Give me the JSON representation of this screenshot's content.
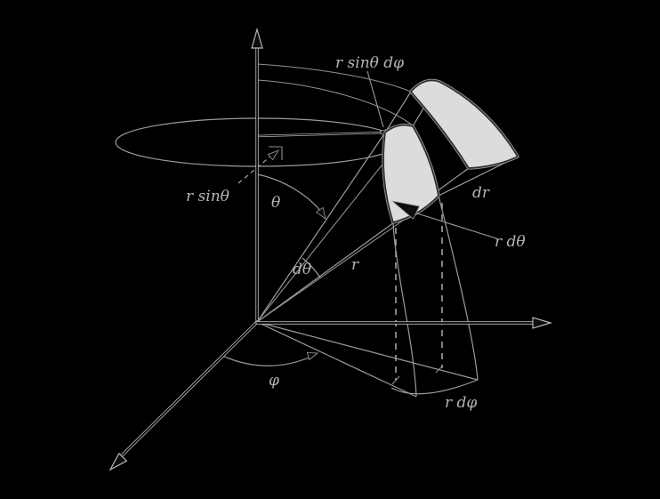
{
  "figure": {
    "description": "Spherical coordinates volume element diagram",
    "background_color": "#000000",
    "line_color": "#9c9c9c",
    "axis_color": "#b8b8b8",
    "text_color": "#b5b5b5",
    "patch_fill_color": "#dcdcdc",
    "patch_stroke_color": "#2e2e2e",
    "labels": {
      "top_edge_length": "r sinθ dφ",
      "horizontal_radius": "r sinθ",
      "polar_angle": "θ",
      "polar_angle_increment": "dθ",
      "radius": "r",
      "radial_increment": "dr",
      "meridian_edge_length": "r dθ",
      "azimuthal_angle": "φ",
      "base_arc_length": "r dφ"
    }
  }
}
